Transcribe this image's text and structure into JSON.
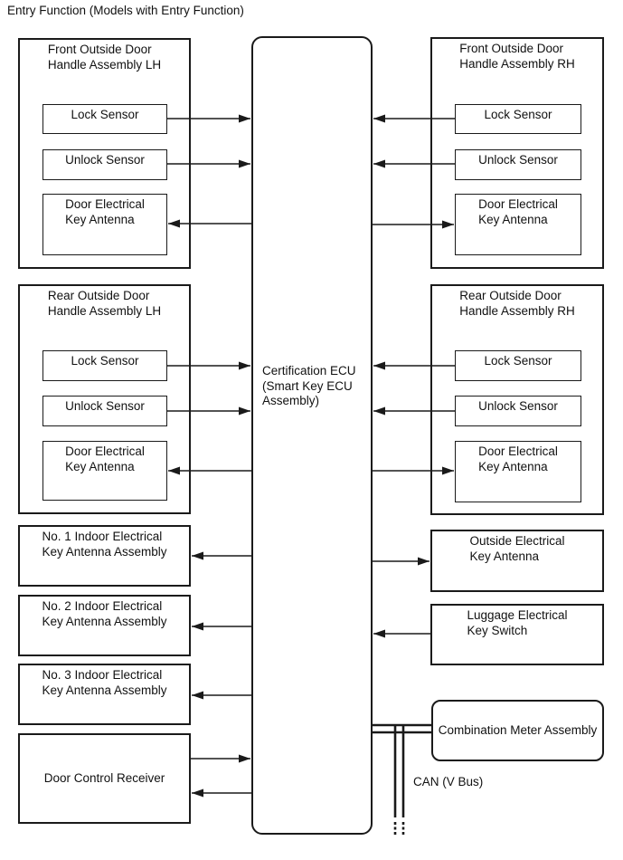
{
  "title": "Entry Function (Models with Entry Function)",
  "diagram": {
    "ecu_label": "Certification ECU\n(Smart Key ECU\nAssembly)",
    "front_lh": {
      "title": "Front Outside Door\nHandle Assembly LH",
      "lock": "Lock Sensor",
      "unlock": "Unlock Sensor",
      "antenna": "Door Electrical\nKey Antenna"
    },
    "front_rh": {
      "title": "Front Outside Door\nHandle Assembly RH",
      "lock": "Lock Sensor",
      "unlock": "Unlock Sensor",
      "antenna": "Door Electrical\nKey Antenna"
    },
    "rear_lh": {
      "title": "Rear Outside Door\nHandle Assembly LH",
      "lock": "Lock Sensor",
      "unlock": "Unlock Sensor",
      "antenna": "Door Electrical\nKey Antenna"
    },
    "rear_rh": {
      "title": "Rear Outside Door\nHandle Assembly RH",
      "lock": "Lock Sensor",
      "unlock": "Unlock Sensor",
      "antenna": "Door Electrical\nKey Antenna"
    },
    "no1_indoor": "No. 1 Indoor Electrical\nKey Antenna Assembly",
    "no2_indoor": "No. 2 Indoor Electrical\nKey Antenna Assembly",
    "no3_indoor": "No. 3 Indoor Electrical\nKey Antenna Assembly",
    "door_control_receiver": "Door Control Receiver",
    "outside_antenna": "Outside Electrical\nKey Antenna",
    "luggage_switch": "Luggage Electrical\nKey Switch",
    "combination_meter": "Combination Meter Assembly",
    "can_bus_label": "CAN (V Bus)"
  },
  "colors": {
    "line": "#1a1a1a",
    "background": "#ffffff"
  }
}
